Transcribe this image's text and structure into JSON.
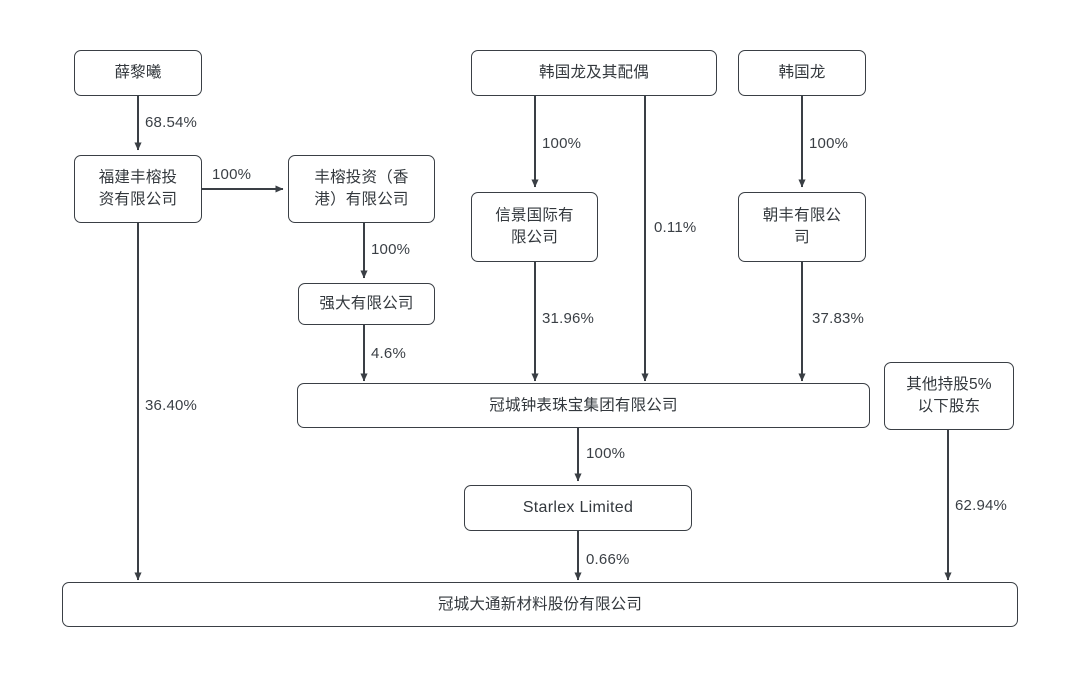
{
  "diagram": {
    "type": "ownership-structure-chart",
    "background": "#ffffff",
    "line_color": "#3a3f45",
    "box_border_color": "#3a3f45",
    "text_color": "#33383d",
    "nodes": [
      {
        "id": "xue_lixi",
        "label": "薛黎曦"
      },
      {
        "id": "fujian_fengrong",
        "label": "福建丰榕投\n资有限公司"
      },
      {
        "id": "fengrong_hk",
        "label": "丰榕投资（香\n港）有限公司"
      },
      {
        "id": "qiangda",
        "label": "强大有限公司"
      },
      {
        "id": "han_guolong_sp",
        "label": "韩国龙及其配偶"
      },
      {
        "id": "han_guolong",
        "label": "韩国龙"
      },
      {
        "id": "xinjing",
        "label": "信景国际有\n限公司"
      },
      {
        "id": "chaofeng",
        "label": "朝丰有限公\n司"
      },
      {
        "id": "guancheng_watch",
        "label": "冠城钟表珠宝集团有限公司"
      },
      {
        "id": "other_holders",
        "label": "其他持股5%\n以下股东"
      },
      {
        "id": "starlex",
        "label": "Starlex Limited"
      },
      {
        "id": "guancheng_datong",
        "label": "冠城大通新材料股份有限公司"
      }
    ],
    "edges": [
      {
        "id": "e1",
        "from": "xue_lixi",
        "to": "fujian_fengrong",
        "label": "68.54%"
      },
      {
        "id": "e2",
        "from": "fujian_fengrong",
        "to": "fengrong_hk",
        "label": "100%"
      },
      {
        "id": "e3",
        "from": "fengrong_hk",
        "to": "qiangda",
        "label": "100%"
      },
      {
        "id": "e4",
        "from": "qiangda",
        "to": "guancheng_watch",
        "label": "4.6%"
      },
      {
        "id": "e5",
        "from": "fujian_fengrong",
        "to": "guancheng_datong",
        "label": "36.40%"
      },
      {
        "id": "e6",
        "from": "han_guolong_sp",
        "to": "xinjing",
        "label": "100%"
      },
      {
        "id": "e7",
        "from": "han_guolong_sp",
        "to": "guancheng_watch",
        "label": "0.11%"
      },
      {
        "id": "e8",
        "from": "xinjing",
        "to": "guancheng_watch",
        "label": "31.96%"
      },
      {
        "id": "e9",
        "from": "han_guolong",
        "to": "chaofeng",
        "label": "100%"
      },
      {
        "id": "e10",
        "from": "chaofeng",
        "to": "guancheng_watch",
        "label": "37.83%"
      },
      {
        "id": "e11",
        "from": "guancheng_watch",
        "to": "starlex",
        "label": "100%"
      },
      {
        "id": "e12",
        "from": "starlex",
        "to": "guancheng_datong",
        "label": "0.66%"
      },
      {
        "id": "e13",
        "from": "other_holders",
        "to": "guancheng_datong",
        "label": "62.94%"
      }
    ]
  }
}
